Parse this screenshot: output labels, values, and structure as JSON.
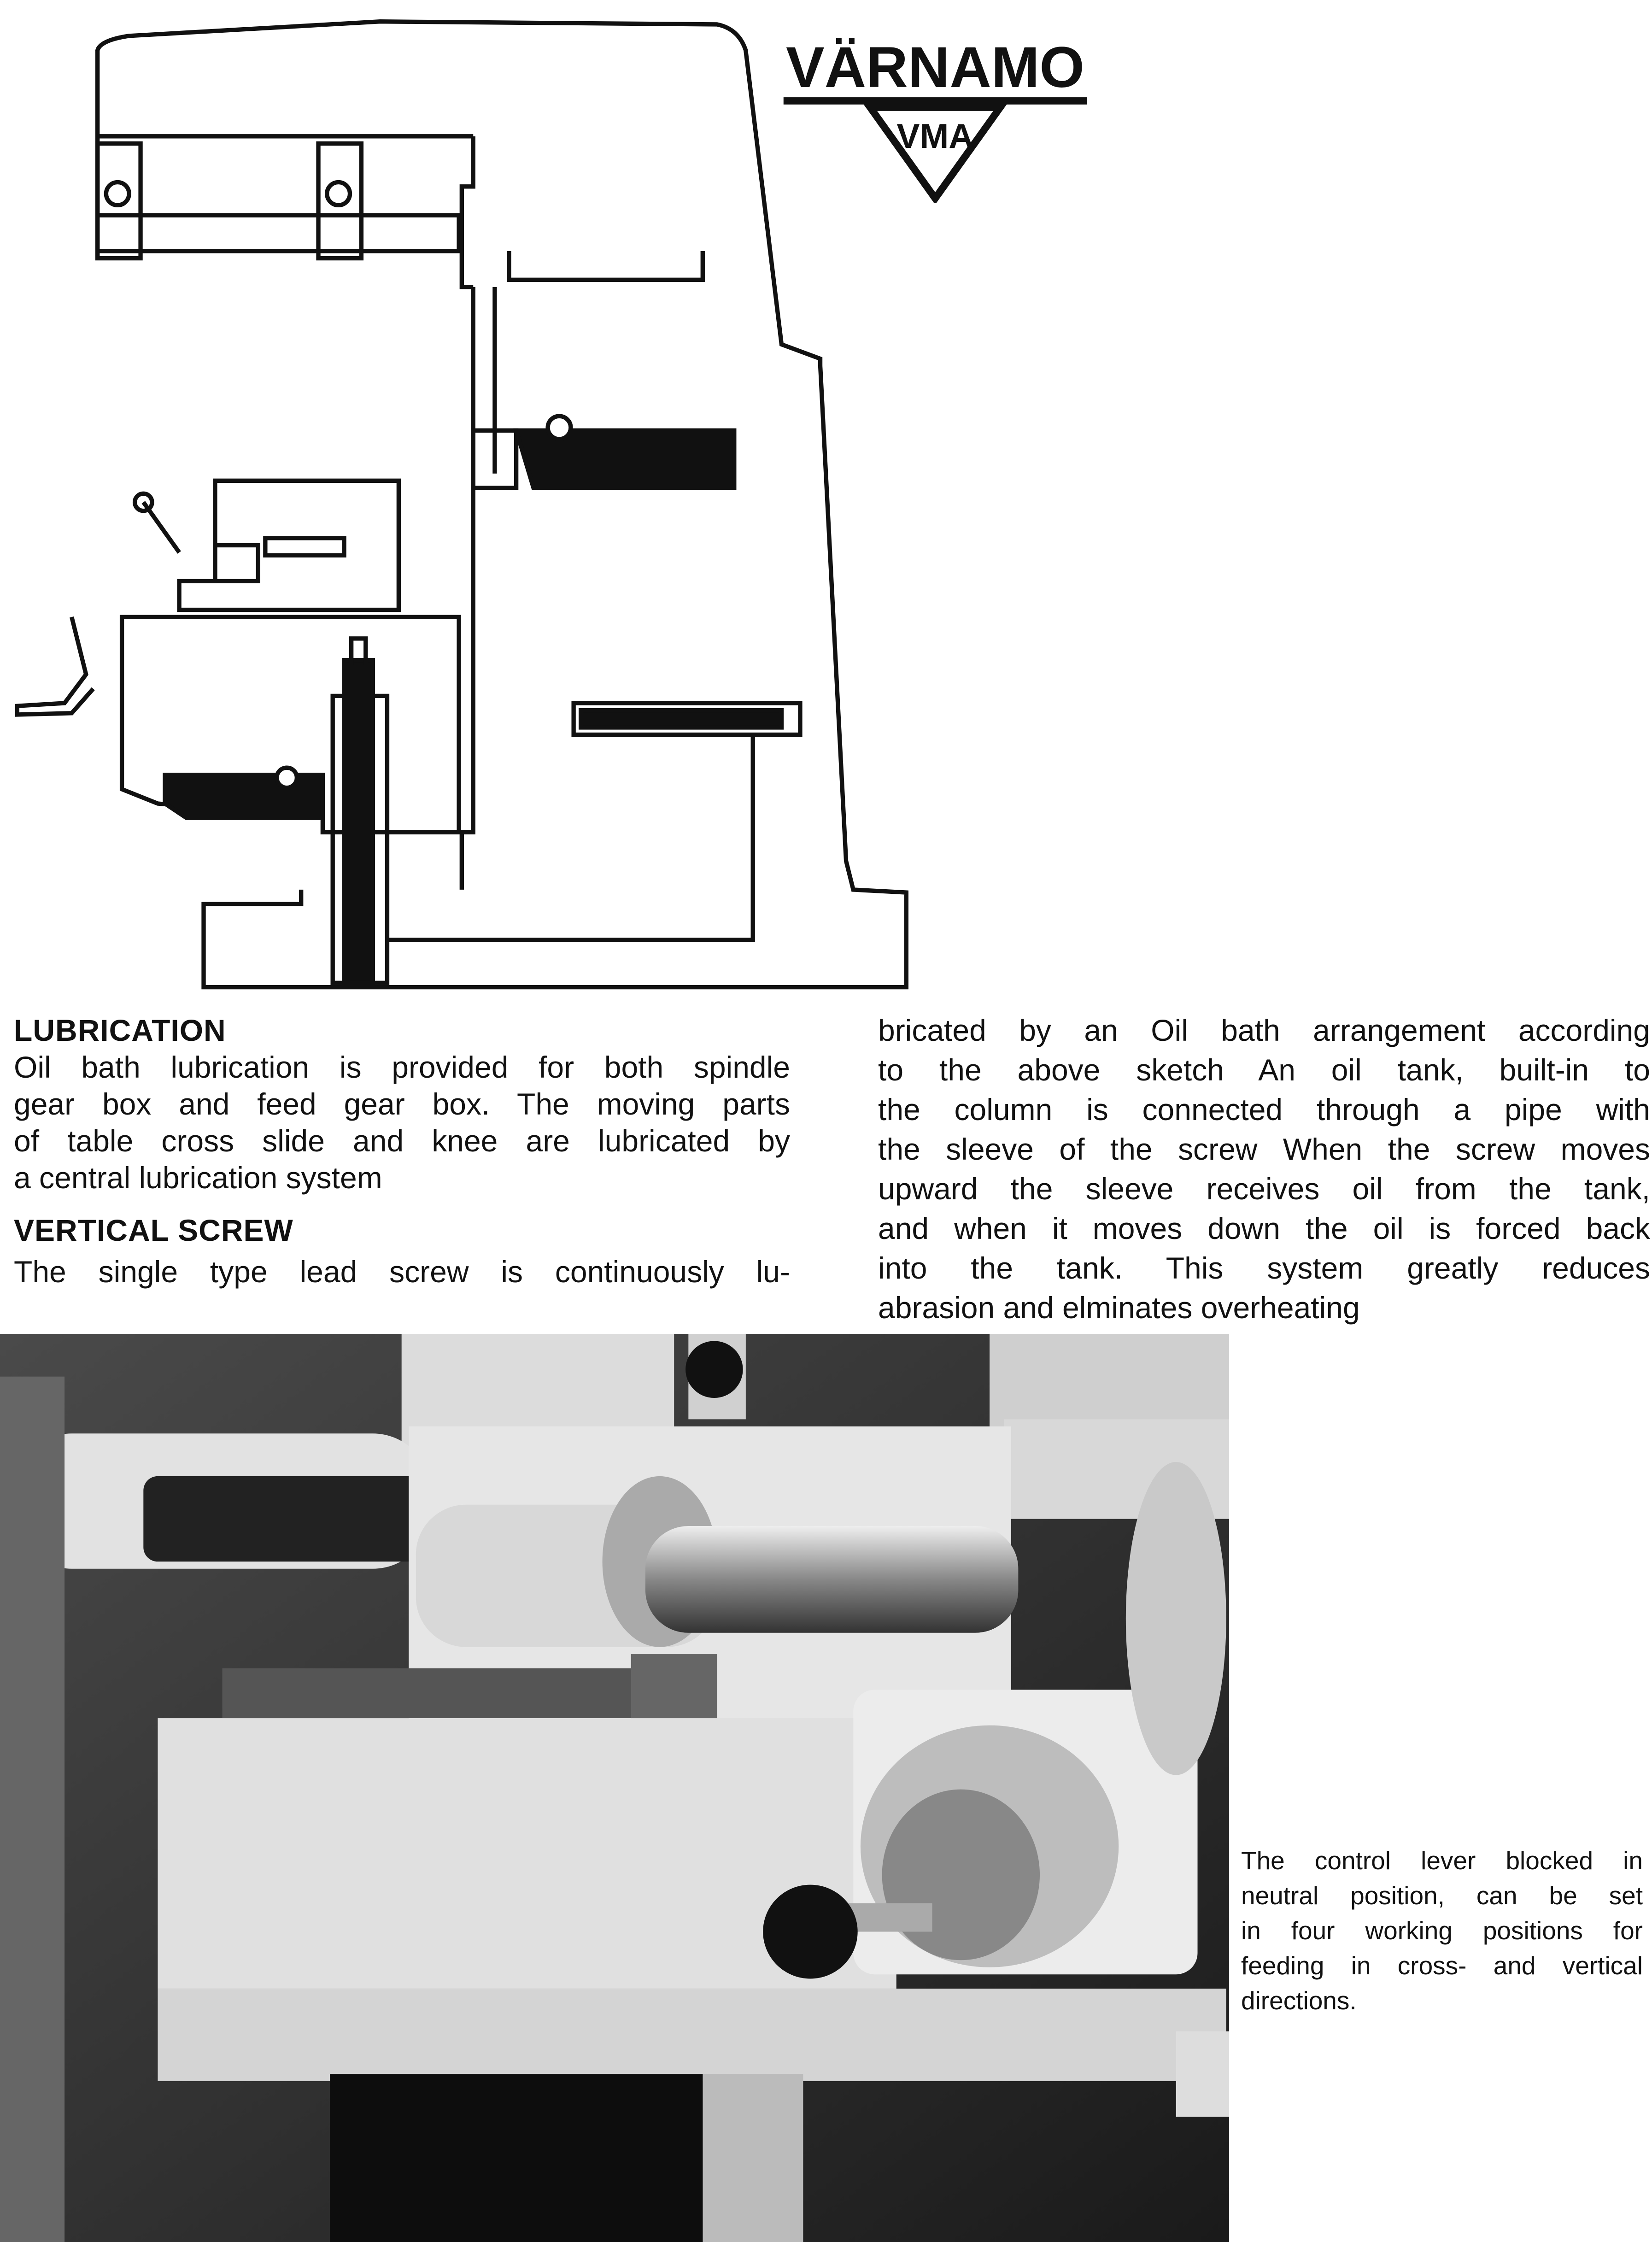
{
  "logo": {
    "brand": "VÄRNAMO",
    "mark": "VMA"
  },
  "lubrication": {
    "heading": "LUBRICATION",
    "lines": [
      "Oil bath lubrication is provided for both spindle",
      "gear box and feed gear box. The moving parts",
      "of table  cross slide and knee are lubricated by",
      "a central lubrication system"
    ]
  },
  "vertical_screw": {
    "heading": "VERTICAL SCREW",
    "lines_left": [
      "The single type lead screw is continuously lu-"
    ],
    "lines_right": [
      "bricated by an Oil bath arrangement according",
      "to the above sketch  An oil tank, built-in to",
      "the column  is connected through a pipe with",
      "the sleeve of the screw  When the screw moves",
      "upward the sleeve receives oil from the tank,",
      "and when it moves down the oil is forced back",
      "into the tank. This system greatly reduces",
      "abrasion and elminates overheating"
    ]
  },
  "caption": {
    "lines": [
      "The control lever  blocked in",
      "neutral position, can be set",
      "in four working positions for",
      "feeding in cross- and vertical",
      "directions."
    ]
  }
}
